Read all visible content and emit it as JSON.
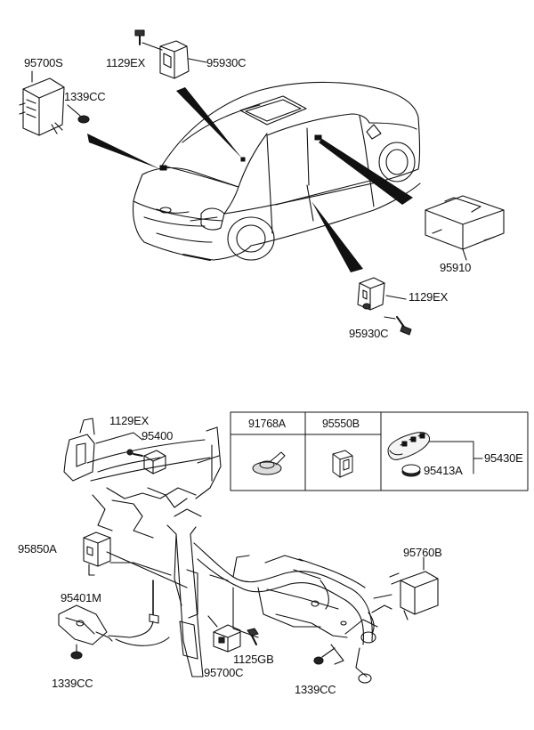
{
  "labels": {
    "p95700S": "95700S",
    "p1339CC_a": "1339CC",
    "p1129EX_a": "1129EX",
    "p95930C_a": "95930C",
    "p95910": "95910",
    "p1129EX_b": "1129EX",
    "p95930C_b": "95930C",
    "p1129EX_c": "1129EX",
    "p95400": "95400",
    "p95850A": "95850A",
    "p95401M": "95401M",
    "p1339CC_b": "1339CC",
    "p95700C": "95700C",
    "p1125GB": "1125GB",
    "p1339CC_c": "1339CC",
    "p95760B": "95760B",
    "p95413A": "95413A",
    "p95430E": "95430E"
  },
  "parts_table": {
    "headers": [
      "91768A",
      "95550B",
      ""
    ]
  },
  "icons": {
    "car": "sedan-rear-three-quarter-illustration",
    "dash": "instrument-panel-crossmember-illustration",
    "key": "smart-key-fob-icon"
  }
}
